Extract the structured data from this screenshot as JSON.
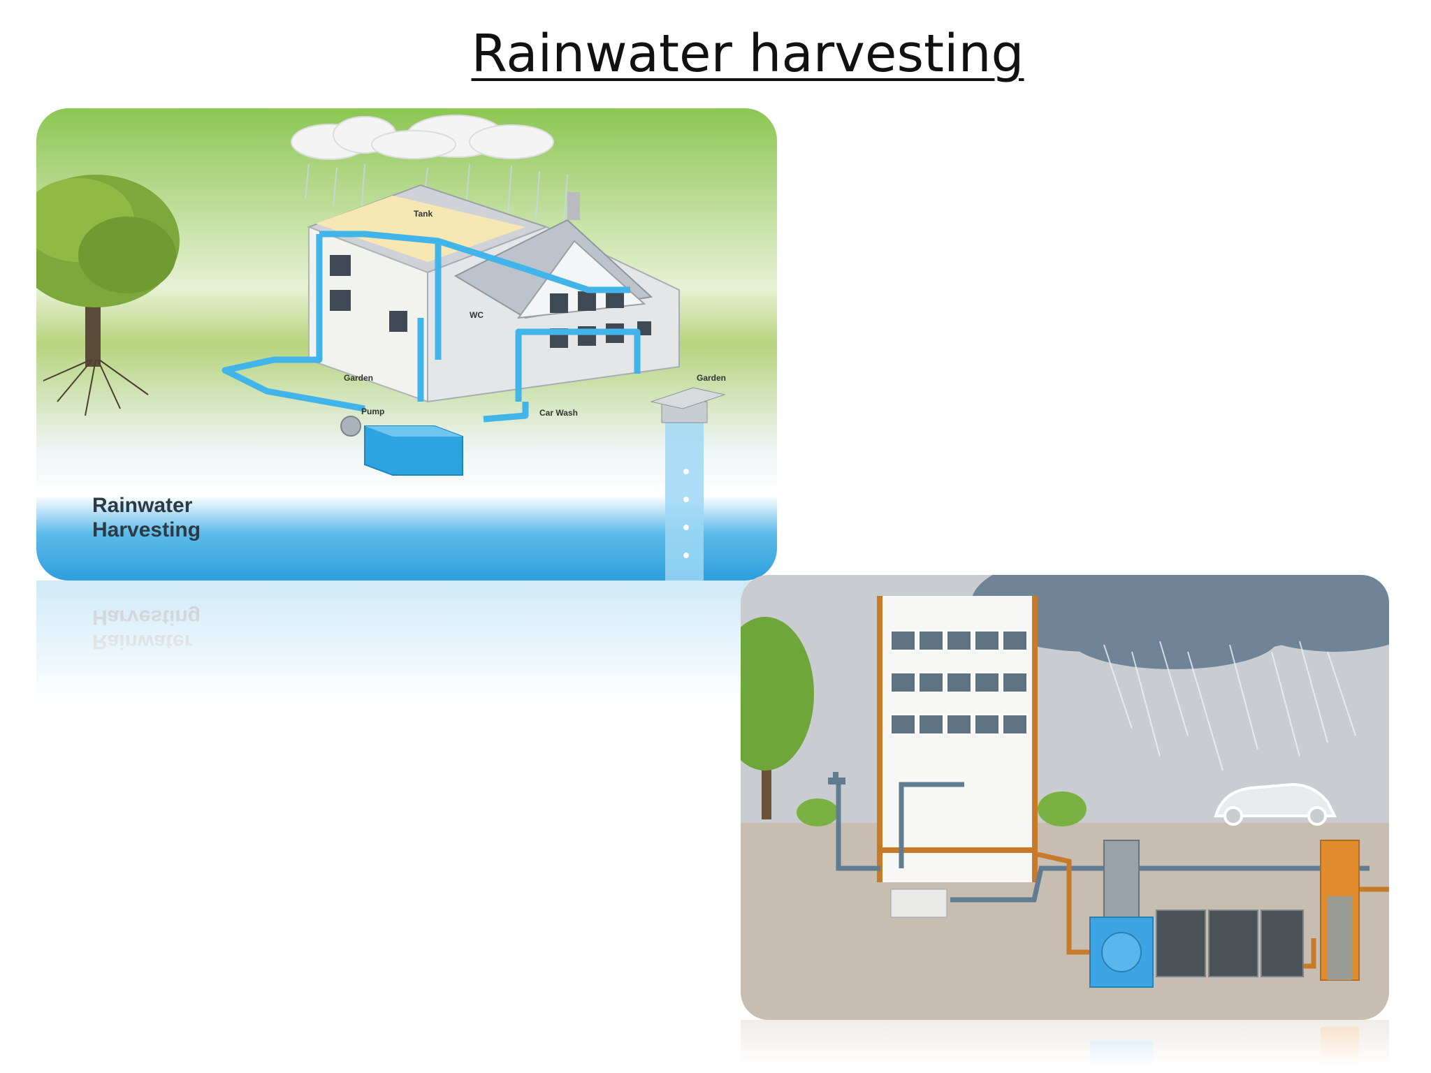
{
  "slide": {
    "title": "Rainwater harvesting"
  },
  "image1": {
    "caption_line1": "Rainwater",
    "caption_line2": "Harvesting",
    "labels": {
      "tank": "Tank",
      "wc": "WC",
      "garden_left": "Garden",
      "garden_right": "Garden",
      "pump": "Pump",
      "car_wash": "Car Wash"
    }
  },
  "colors": {
    "pipe": "#41b4ea",
    "sky_green": "#9ccc6a",
    "water_blue": "#36a8e0",
    "orange_pipe": "#d98a2b"
  },
  "icons": [
    "cloud-icon",
    "tree-icon",
    "house-icon",
    "tank-icon",
    "pump-icon",
    "building-icon",
    "car-icon",
    "rain-icon",
    "tap-icon"
  ]
}
